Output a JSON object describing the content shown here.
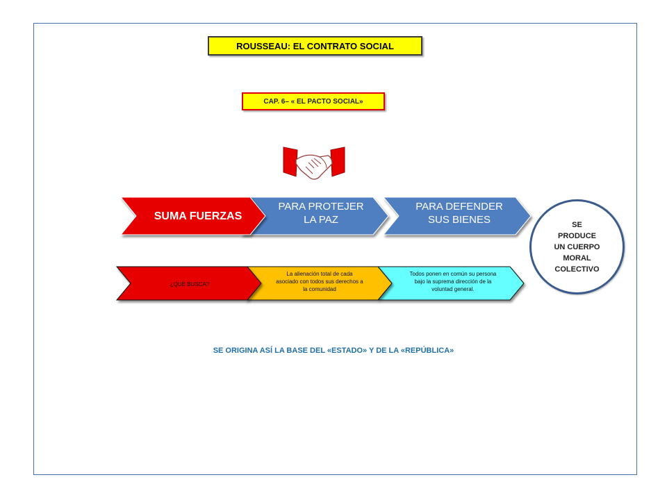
{
  "title": "ROUSSEAU: EL CONTRATO SOCIAL",
  "subtitle": "CAP. 6– « EL PACTO SOCIAL»",
  "row1": [
    {
      "text": "SUMA FUERZAS",
      "fill": "#e60000",
      "color": "#ffffff"
    },
    {
      "text": "PARA PROTEJER\nLA PAZ",
      "fill": "#4f7fc0",
      "color": "#ffffff"
    },
    {
      "text": "PARA DEFENDER\nSUS BIENES",
      "fill": "#4f7fc0",
      "color": "#ffffff"
    }
  ],
  "row2": [
    {
      "text": "¿QUÉ BUSCA?",
      "fill": "#e60000",
      "color": "#111111"
    },
    {
      "text": "La alienación total de cada\nasociado con todos sus derechos a\nla comunidad",
      "fill": "#ffc000",
      "color": "#111111"
    },
    {
      "text": "Todos ponen en común su persona\nbajo la suprema dirección de la\nvoluntad general.",
      "fill": "#66ffff",
      "color": "#111111"
    }
  ],
  "circle": "SE\nPRODUCE\nUN CUERPO\nMORAL\nCOLECTIVO",
  "footer": "SE ORIGINA ASÍ LA BASE DEL «ESTADO» Y DE LA «REPÚBLICA»",
  "colors": {
    "accent_red": "#e60000",
    "accent_blue": "#4f7fc0",
    "footer_blue": "#1f6fa8"
  }
}
